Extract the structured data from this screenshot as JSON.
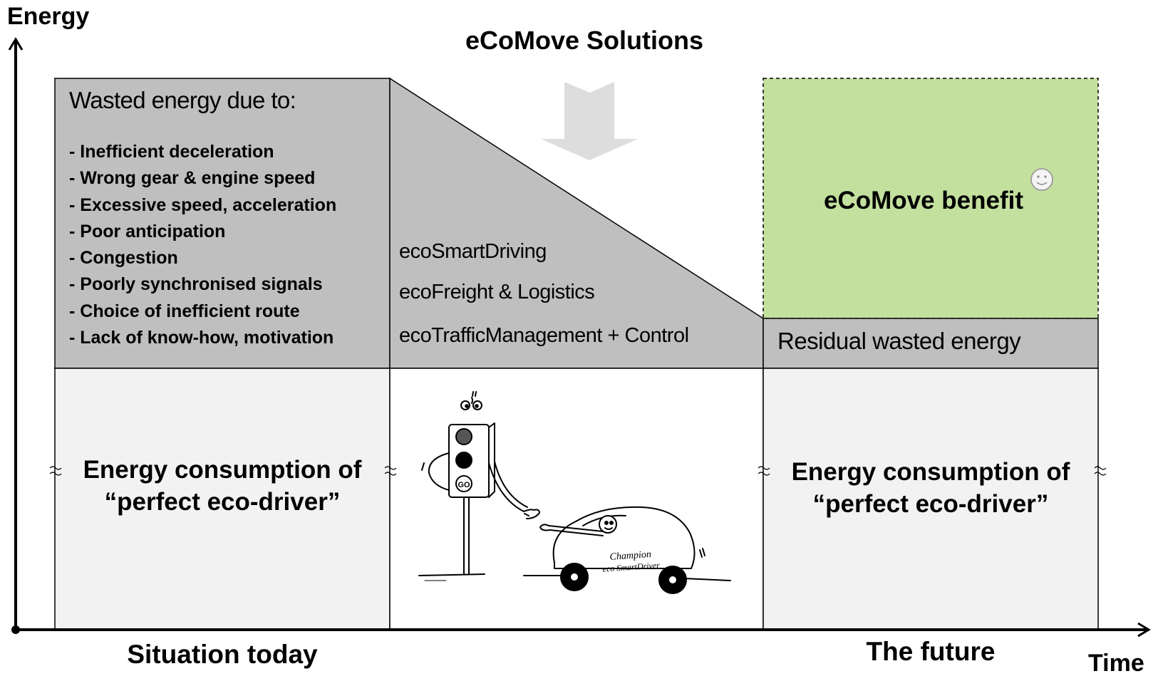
{
  "axes": {
    "y_label": "Energy",
    "x_label": "Time"
  },
  "title": "eCoMove Solutions",
  "today": {
    "heading": "Wasted energy due to:",
    "reasons": [
      "- Inefficient deceleration",
      "- Wrong gear & engine speed",
      "- Excessive speed, acceleration",
      "- Poor anticipation",
      "- Congestion",
      "- Poorly synchronised signals",
      "- Choice of inefficient route",
      "- Lack of know-how, motivation"
    ],
    "baseline_line1": "Energy consumption of",
    "baseline_line2": "“perfect eco-driver”",
    "label": "Situation today"
  },
  "solutions": {
    "items": [
      "ecoSmartDriving",
      "ecoFreight & Logistics",
      "ecoTrafficManagement + Control"
    ],
    "cartoon": {
      "traffic_light_text": "GO",
      "car_text_line1": "Champion",
      "car_text_line2": "eco SmartDriver"
    }
  },
  "future": {
    "benefit": "eCoMove benefit",
    "residual": "Residual wasted energy",
    "baseline_line1": "Energy consumption of",
    "baseline_line2": "“perfect eco-driver”",
    "label": "The future"
  },
  "colors": {
    "wasted_gray": "#bfbfbf",
    "baseline_gray": "#f2f2f2",
    "benefit_green": "#c4e09e",
    "arrow_gray": "#d9d9d9"
  }
}
